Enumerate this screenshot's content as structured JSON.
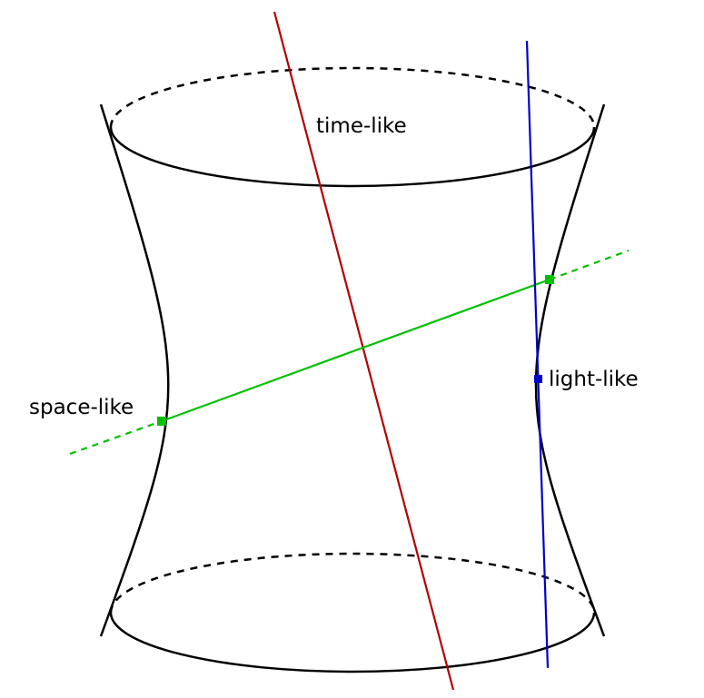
{
  "labels": {
    "time_like": "time-like",
    "space_like": "space-like",
    "light_like": "light-like"
  },
  "colors": {
    "surface": "#000000",
    "time_like_line": "#b30000",
    "space_like_line": "#00c000",
    "light_like_line": "#0000cc"
  }
}
